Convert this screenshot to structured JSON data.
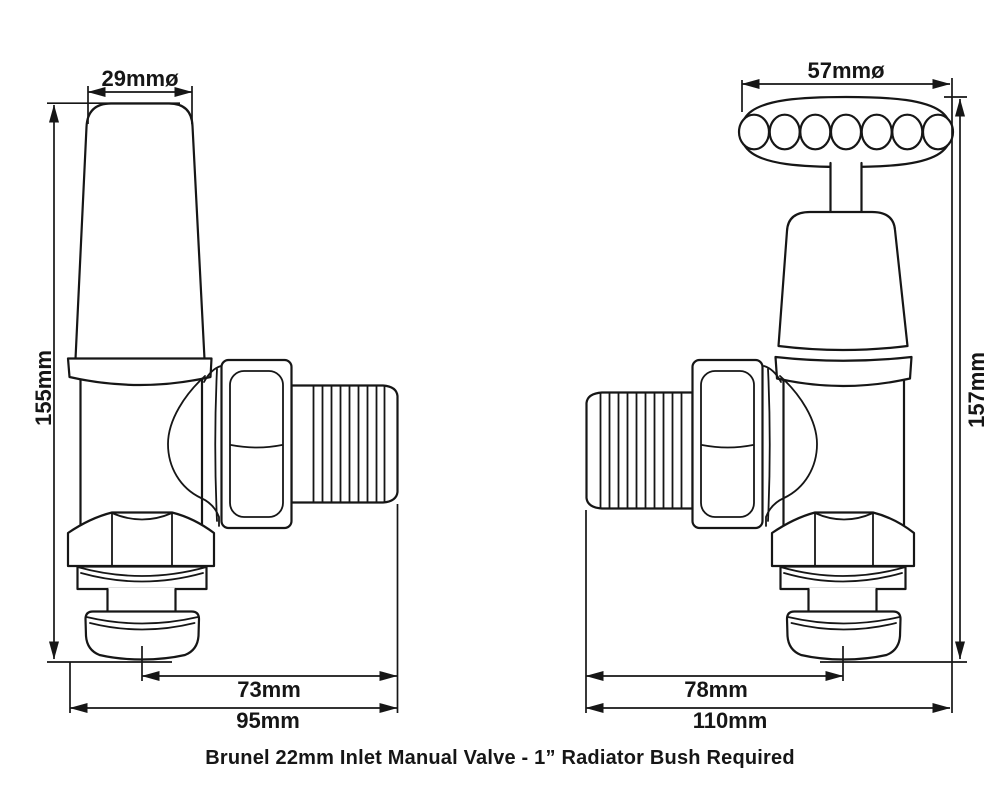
{
  "caption": "Brunel 22mm Inlet Manual Valve - 1” Radiator Bush Required",
  "left_valve": {
    "head_diameter": "29mmø",
    "overall_height": "155mm",
    "tail_to_center": "73mm",
    "overall_width": "95mm"
  },
  "right_valve": {
    "handle_diameter": "57mmø",
    "overall_height": "157mm",
    "tail_to_center": "78mm",
    "overall_width": "110mm"
  },
  "colors": {
    "line": "#161616",
    "background": "#ffffff"
  }
}
